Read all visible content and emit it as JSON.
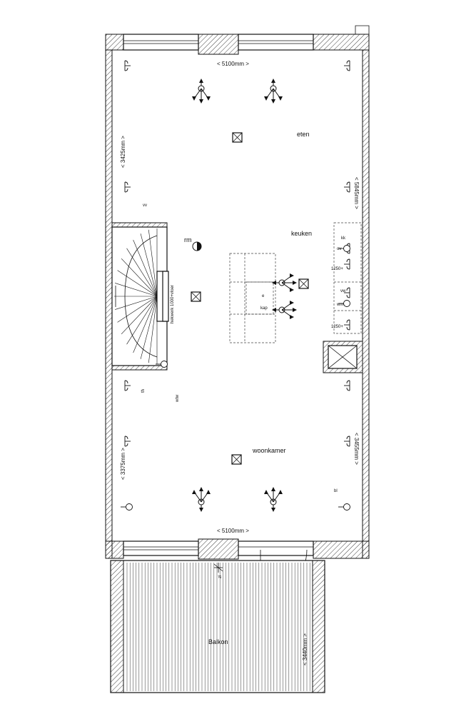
{
  "rooms": {
    "eten": "eten",
    "keuken": "keuken",
    "woonkamer": "woonkamer",
    "balkon": "Balkon"
  },
  "dimensions": {
    "top_width": "< 5100mm >",
    "bottom_width": "< 5100mm >",
    "left_upper": "< 3425mm >",
    "left_lower": "< 3375mm >",
    "right_upper": "< 5845mm >",
    "right_lower": "< 3455mm >",
    "balcony_depth": "< 3440mm >"
  },
  "labels": {
    "rm": "rm",
    "hekwerk": "hekwerk 1000+vloer",
    "kk": "kk",
    "ov": "ov",
    "vw": "vw",
    "mark_1250_a": "1250+",
    "mark_1250_b": "1250+",
    "wm": "wm",
    "vv": "vv",
    "th": "th",
    "wtw": "wtw",
    "bl": "bl",
    "zl": "zl",
    "e": "e",
    "kap": "kap"
  },
  "colors": {
    "line": "#111111",
    "background": "#ffffff"
  }
}
